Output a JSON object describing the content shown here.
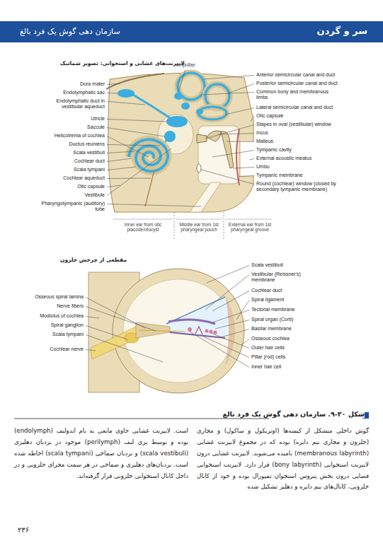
{
  "diagram": {
    "caption": "شکل ۲۰-۹. سازمان دهی گوش یک فرد بالغ",
    "nodes": [
      {
        "text": [
          "سر و گردن",
          "سازمان دهی گوش یک فرد بالغ"
        ]
      }
    ],
    "labels": [
      "لابیرنت‌های غشایی و استخوانی: تصویر شماتیک",
      "Dura mater",
      "Endolymphatic sac",
      "Endolymphatic duct in vestibular aqueduct",
      "Utricle",
      "Saccule",
      "Helicotrema of cochlea",
      "Ductus reuniens",
      "Scala vestibuli",
      "Cochlear duct",
      "Scala tympani",
      "Cochlear aqueduct",
      "Otic capsule",
      "Vestibule",
      "Pharyngotympanic (auditory) tube",
      "Ampullae",
      "Anterior semicircular canal and duct",
      "Posterior semicircular canal and duct",
      "Common bony and membranous limbs",
      "Lateral semicircular canal and duct",
      "Otic capsule",
      "Stapes in oval (vestibular) window",
      "Incus",
      "Malleus",
      "Tympanic cavity",
      "External acoustic meatus",
      "Umbo",
      "Tympanic membrane",
      "Round (cochlear) window (closed by secondary tympanic membrane)",
      "Inner ear from otic placode/otocyst",
      "Middle ear from 1st pharyngeal pouch",
      "External ear from 1st pharyngeal groove",
      "مقطعی از چرخش حلزون",
      "Scala vestibuli",
      "Vestibular (Reissner's) membrane",
      "Cochlear duct",
      "Spiral ligament",
      "Tectorial membrane",
      "Spiral organ (Corti)",
      "Basilar membrane",
      "Osseous cochlea",
      "Outer hair cells",
      "Pillar (rod) cells",
      "Inner hair cell",
      "Osseous spiral lamina",
      "Nerve fibers",
      "Modiolus of cochlea",
      "Spiral ganglion",
      "Scala tympani",
      "Cochlear nerve",
      "گوش داخلی متشکل از کیسه‌ها (اوتریکول و ساکول) و مجاری (حلزون و مجاری نیم دایره) بوده که در مجموع لابیرنت غشایی (membranous labyrinth) نامیده می‌شوند. لابیرنت غشایی درون لابیرنت استخوانی (bony labyrinth) قرار دارد. لابیرنت استخوانی فضایی درون بخش پتروس استخوان تمپورال بوده و خود از کانال حلزونی، کانال‌های نیم دایره و دهلیز تشکیل شده",
      "است. لابیرنت غشایی حاوی مایعی به نام اندولنف (endolymph) بوده و توسط پری لنف (perilymph) موجود در نردبان دهلیزی (scala vestibuli) و نردبان صماخی (scala tympani) احاطه شده است. نردبان‌های دهلیزی و صماخی در هر سمت مجرای حلزونی و در داخل کانال استخوانی حلزونی قرار گرفته‌اند.",
      "۲۳۶"
    ]
  }
}
